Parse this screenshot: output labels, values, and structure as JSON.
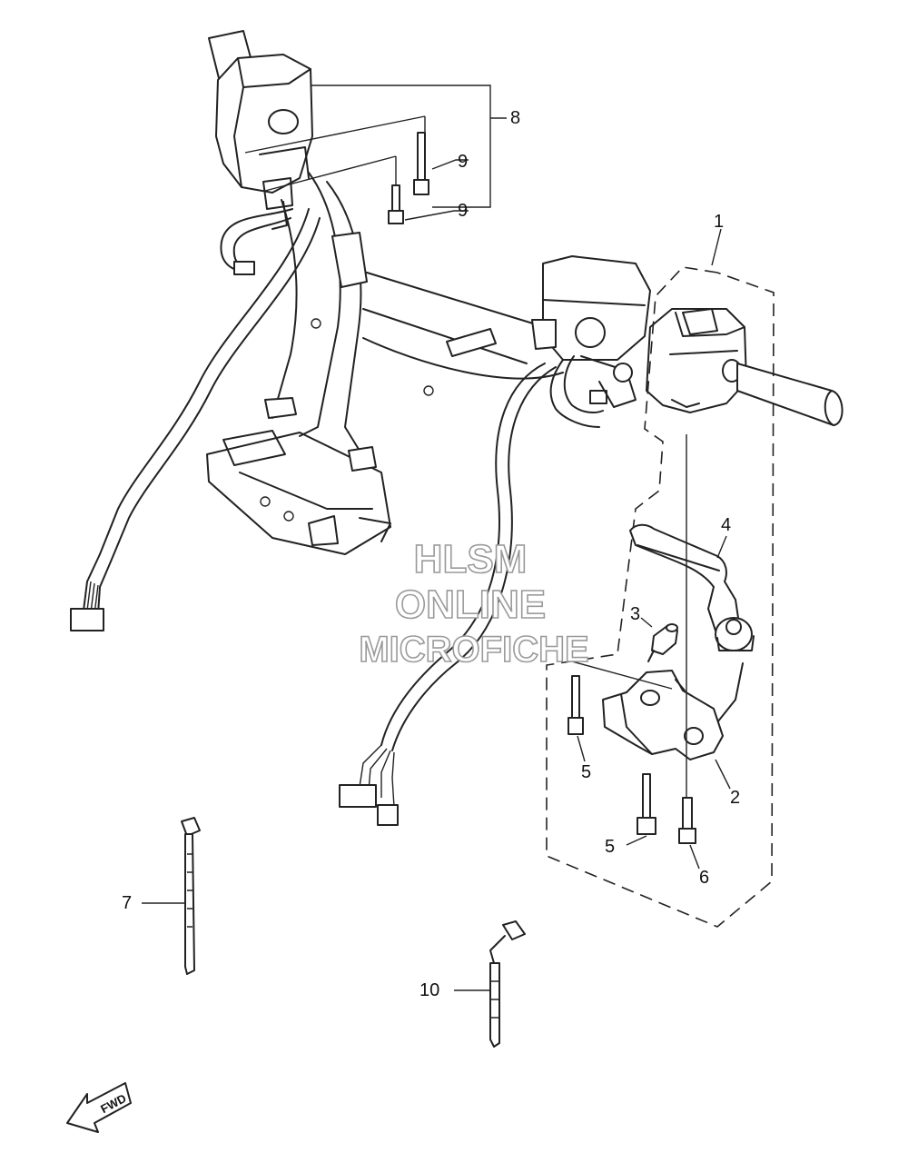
{
  "callouts": {
    "c1": "1",
    "c2": "2",
    "c3": "3",
    "c4": "4",
    "c5a": "5",
    "c5b": "5",
    "c6": "6",
    "c7": "7",
    "c8": "8",
    "c9a": "9",
    "c9b": "9",
    "c10": "10"
  },
  "watermark": {
    "line1": "HLSM",
    "line2": "ONLINE",
    "line3": "MICROFICHE"
  },
  "direction_badge": "FWD"
}
